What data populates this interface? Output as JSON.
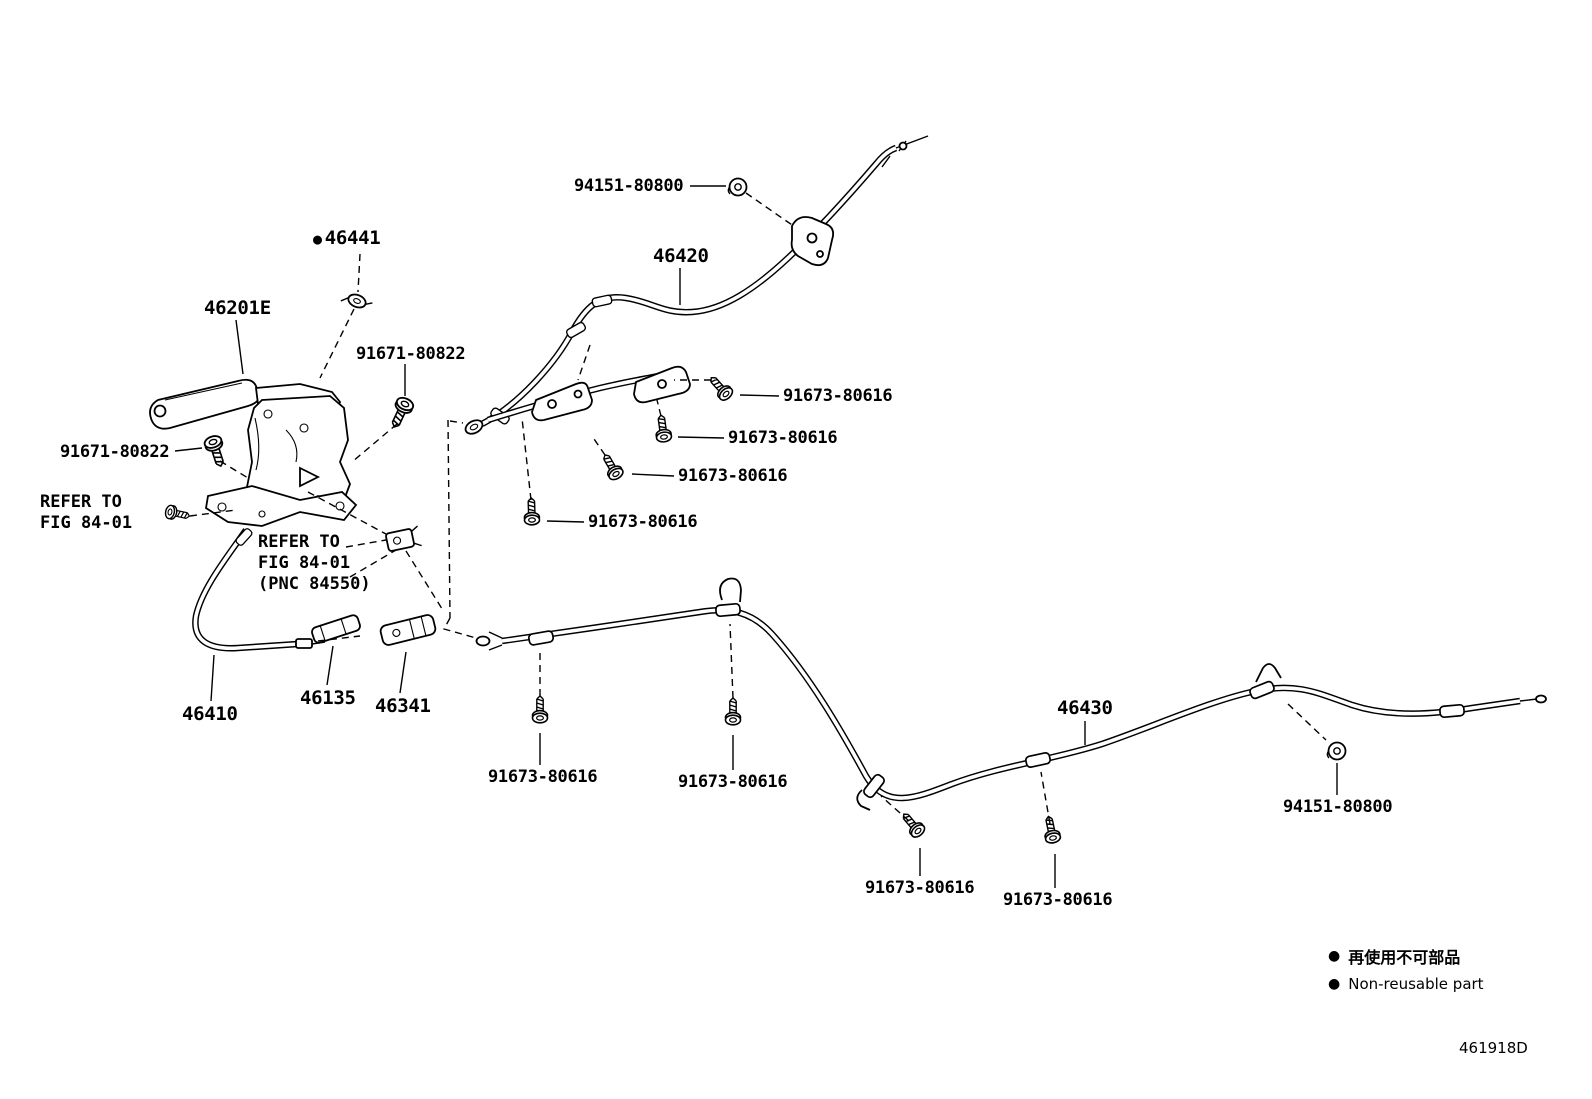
{
  "diagram": {
    "bullet": "●",
    "drawing_number": "461918D",
    "labels": {
      "n46201e": "46201E",
      "n46410": "46410",
      "n46420": "46420",
      "n46430": "46430",
      "n46441": "46441",
      "n46135": "46135",
      "n46341": "46341",
      "n91671_80822": "91671-80822",
      "n91673_80616": "91673-80616",
      "n94151_80800": "94151-80800"
    },
    "notes": {
      "refer_to": "REFER TO",
      "fig": "FIG 84-01",
      "pnc": "(PNC 84550)"
    },
    "legend": {
      "jp": "再使用不可部品",
      "en": "Non-reusable part"
    }
  }
}
